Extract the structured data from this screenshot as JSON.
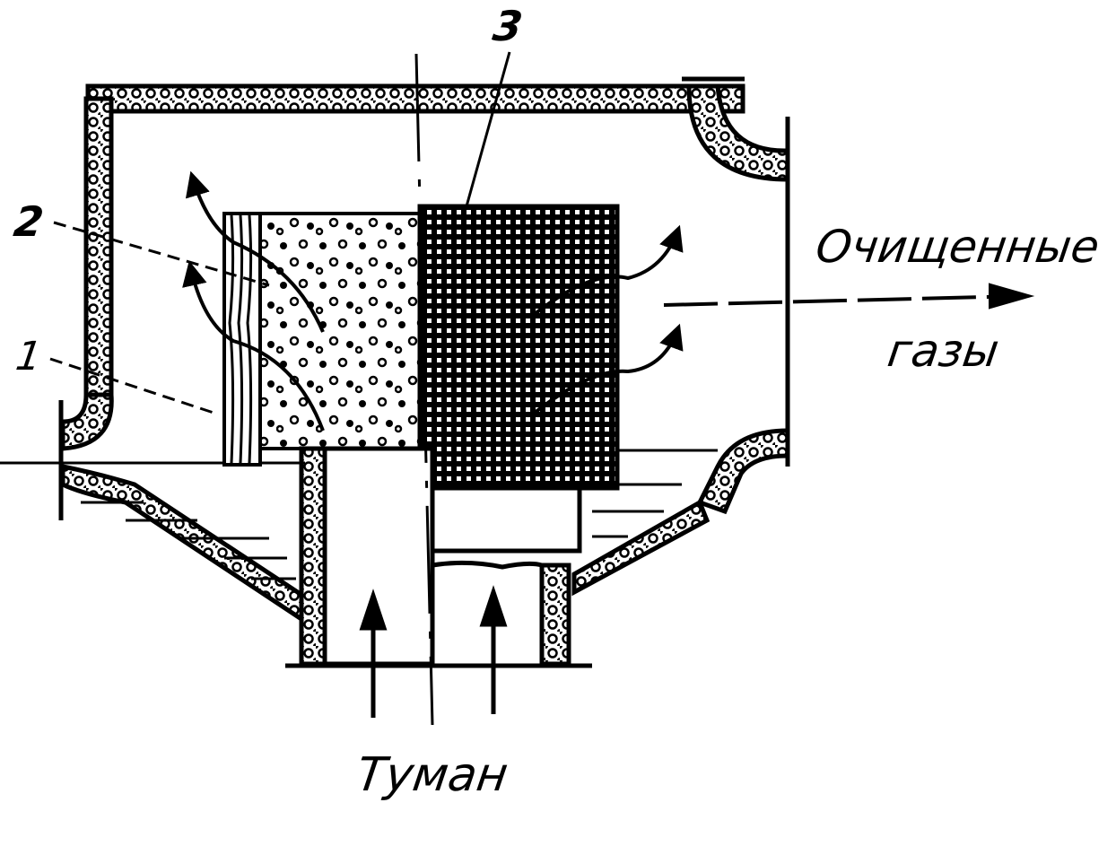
{
  "labels": {
    "part1": "1",
    "part2": "2",
    "part3": "3",
    "outlet_line1": "Очищенные",
    "outlet_line2": "газы",
    "inlet": "Туман"
  },
  "colors": {
    "ink": "#000000",
    "paper": "#ffffff"
  }
}
